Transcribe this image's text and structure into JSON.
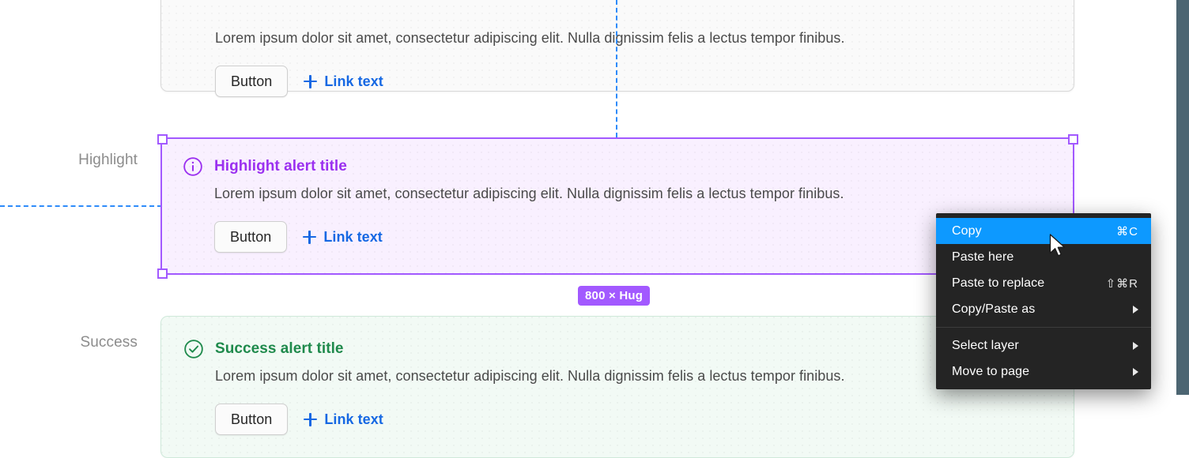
{
  "canvas": {
    "rows": [
      {
        "label": "Highlight"
      },
      {
        "label": "Success"
      }
    ],
    "alerts": [
      {
        "variant": "neutral",
        "title": "",
        "body": "Lorem ipsum dolor sit amet, consectetur adipiscing elit. Nulla dignissim felis a lectus tempor finibus.",
        "button_label": "Button",
        "link_label": "Link text",
        "icon": "",
        "bg_color": "#fafafa",
        "border_color": "#d9d9d9"
      },
      {
        "variant": "highlight",
        "title": "Highlight alert title",
        "body": "Lorem ipsum dolor sit amet, consectetur adipiscing elit. Nulla dignissim felis a lectus tempor finibus.",
        "button_label": "Button",
        "link_label": "Link text",
        "icon": "info-circle-icon",
        "bg_color": "#f9f0ff",
        "accent_color": "#9b30f0"
      },
      {
        "variant": "success",
        "title": "Success alert title",
        "body": "Lorem ipsum dolor sit amet, consectetur adipiscing elit. Nulla dignissim felis a lectus tempor finibus.",
        "button_label": "Button",
        "link_label": "Link text",
        "icon": "check-circle-icon",
        "bg_color": "#f2faf5",
        "accent_color": "#1f8a4c"
      }
    ],
    "selection": {
      "size_badge": "800 × Hug",
      "selection_color": "#a259ff",
      "guide_color": "#2e8bfa"
    },
    "link_color": "#1668e3"
  },
  "context_menu": {
    "items": [
      {
        "label": "Copy",
        "shortcut": "⌘C",
        "submenu": false,
        "selected": true,
        "separator_after": false
      },
      {
        "label": "Paste here",
        "shortcut": "",
        "submenu": false,
        "selected": false,
        "separator_after": false
      },
      {
        "label": "Paste to replace",
        "shortcut": "⇧⌘R",
        "submenu": false,
        "selected": false,
        "separator_after": false
      },
      {
        "label": "Copy/Paste as",
        "shortcut": "",
        "submenu": true,
        "selected": false,
        "separator_after": true
      },
      {
        "label": "Select layer",
        "shortcut": "",
        "submenu": true,
        "selected": false,
        "separator_after": false
      },
      {
        "label": "Move to page",
        "shortcut": "",
        "submenu": true,
        "selected": false,
        "separator_after": false
      }
    ],
    "background": "#242424",
    "highlight_color": "#0d99ff"
  }
}
